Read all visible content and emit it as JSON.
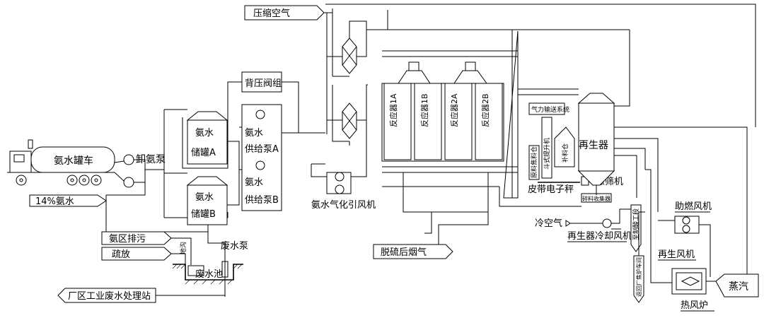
{
  "labels": {
    "truck": "氨水罐车",
    "unload_pump": "卸氨泵",
    "ammonia_14": "14%氨水",
    "tank_a_l1": "氨水",
    "tank_a_l2": "储罐A",
    "tank_b_l1": "氨水",
    "tank_b_l2": "储罐B",
    "supply_a_l1": "氨水",
    "supply_a_l2": "供给泵A",
    "supply_b_l1": "氨水",
    "supply_b_l2": "供给泵B",
    "backpressure": "背压阀组",
    "compressed_air": "压缩空气",
    "vaporizer_fan": "氨水气化引风机",
    "reactor_1a": "反应器1A",
    "reactor_1b": "反应器1B",
    "reactor_2a": "反应器2A",
    "reactor_2b": "反应器2B",
    "pneumatic": "气力输送系统",
    "raw_bin": "原料焦料仓",
    "hoist": "斗式提升机",
    "feed_bin": "补料仓",
    "belt_scale": "皮带电子秤",
    "vibrating_screen": "振筛机",
    "crushed_bin": "碎料收集器",
    "regenerator": "再生器",
    "cold_air": "冷空气",
    "regen_cooling_fan": "再生器冷却风机",
    "to_acid": "至制酸工段",
    "booster_fan": "助燃风机",
    "regen_fan": "再生风机",
    "to_coke": "返回厂焦炉车间",
    "hot_furnace": "热风炉",
    "steam": "蒸汽",
    "desulf_gas": "脱硫后烟气",
    "ammonia_drain": "氨区排污",
    "drain": "疏放",
    "wastewater_pump": "废水泵",
    "wastewater_pit": "废水池",
    "trench": "地沟",
    "wwtp": "厂区工业废水处理站"
  }
}
